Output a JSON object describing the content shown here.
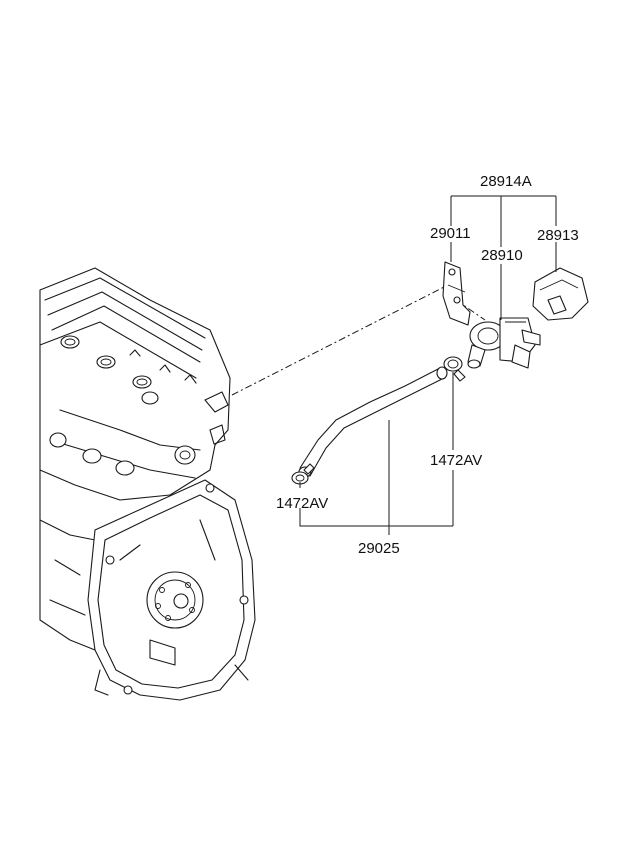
{
  "parts": {
    "p28914A": "28914A",
    "p29011": "29011",
    "p28910": "28910",
    "p28913": "28913",
    "p1472AV_right": "1472AV",
    "p1472AV_left": "1472AV",
    "p29025": "29025"
  }
}
